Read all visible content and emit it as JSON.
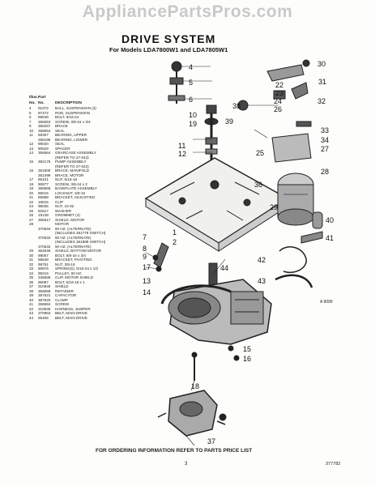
{
  "watermark": "AppliancePartsPros.com",
  "title": "DRIVE SYSTEM",
  "subtitle": "For Models LDA7800W1 and LDA7805W1",
  "table": {
    "header_illus": "Illus.",
    "header_no": "No.",
    "header_part": "Part",
    "header_part_no": "No.",
    "header_desc": "DESCRIPTION",
    "rows": [
      {
        "illus": "4",
        "part": "91072",
        "desc": "BALL, SUSPENSION (3)"
      },
      {
        "illus": "5",
        "part": "87272",
        "desc": "ROD, SUSPENSION"
      },
      {
        "illus": "6",
        "part": "98048",
        "desc": "BOLT, 5/16-24"
      },
      {
        "illus": "7",
        "part": "365653",
        "desc": "SCREW, 3/8-24 x 3/4"
      },
      {
        "illus": "8",
        "part": "355257",
        "desc": "BRACE"
      },
      {
        "illus": "10",
        "part": "358654",
        "desc": "SEAL"
      },
      {
        "illus": "11",
        "part": "58357",
        "desc": "BEARING, UPPER"
      },
      {
        "illus": "",
        "part": "356195",
        "desc": "BEARING, LOWER"
      },
      {
        "illus": "12",
        "part": "98020",
        "desc": "SEAL"
      },
      {
        "illus": "13",
        "part": "90629",
        "desc": "SPACER"
      },
      {
        "illus": "14",
        "part": "356664",
        "desc": "GEARCASE ASSEMBLY"
      },
      {
        "illus": "",
        "part": "",
        "desc": "(REFER TO 27-042)"
      },
      {
        "illus": "15",
        "part": "382176",
        "desc": "PUMP ASSEMBLY"
      },
      {
        "illus": "",
        "part": "",
        "desc": "(REFER TO 27-042)"
      },
      {
        "illus": "16",
        "part": "351500",
        "desc": "BRACE, MANIFOLD"
      },
      {
        "illus": "",
        "part": "351499",
        "desc": "BRACE, MOTOR"
      },
      {
        "illus": "17",
        "part": "96101",
        "desc": "NUT, 5/16-18"
      },
      {
        "illus": "18",
        "part": "90877",
        "desc": "SCREW, 3/8-24 x 2"
      },
      {
        "illus": "19",
        "part": "358666",
        "desc": "BASEPLATE ASSEMBLY"
      },
      {
        "illus": "20",
        "part": "96016",
        "desc": "LOCKNUT, 3/8-16"
      },
      {
        "illus": "21",
        "part": "85588",
        "desc": "BRACKET, ADJUSTING"
      },
      {
        "illus": "22",
        "part": "16515",
        "desc": "CLIP"
      },
      {
        "illus": "24",
        "part": "98035",
        "desc": "NUT, 10-32"
      },
      {
        "illus": "25",
        "part": "92517",
        "desc": "WASHER"
      },
      {
        "illus": "26",
        "part": "19138",
        "desc": "GROMMET (4)"
      },
      {
        "illus": "27",
        "part": "356617",
        "desc": "SHIELD, MOTOR"
      },
      {
        "illus": "28",
        "part": "",
        "desc": "MOTOR"
      },
      {
        "illus": "",
        "part": "370634",
        "desc": "60 HZ. (ALTERNATE)"
      },
      {
        "illus": "",
        "part": "",
        "desc": "(INCLUDES 361778 SWITCH)"
      },
      {
        "illus": "",
        "part": "370633",
        "desc": "60 HZ. (ALTERNATE)"
      },
      {
        "illus": "",
        "part": "",
        "desc": "(INCLUDES 361588 SWITCH)"
      },
      {
        "illus": "",
        "part": "370632",
        "desc": "60 HZ. (ALTERNATE)"
      },
      {
        "illus": "29",
        "part": "354646",
        "desc": "SHIELD, BOTTOM MOTOR"
      },
      {
        "illus": "30",
        "part": "98057",
        "desc": "BOLT, 5/8-16 x 3/4"
      },
      {
        "illus": "31",
        "part": "98549",
        "desc": "BRACKET, PIVOTING"
      },
      {
        "illus": "32",
        "part": "98751",
        "desc": "NUT, 3/8-16"
      },
      {
        "illus": "33",
        "part": "90876",
        "desc": "SPRING(S), 5/16-24 x 1/2"
      },
      {
        "illus": "34",
        "part": "98216",
        "desc": "PULLEY, 60 HZ."
      },
      {
        "illus": "35",
        "part": "336586",
        "desc": "CLIP, MOTOR SHIELD"
      },
      {
        "illus": "36",
        "part": "96087",
        "desc": "BOLT, 5/16-18 x 1"
      },
      {
        "illus": "37",
        "part": "310945",
        "desc": "SHIELD"
      },
      {
        "illus": "38",
        "part": "356699",
        "desc": "RETAINER"
      },
      {
        "illus": "39",
        "part": "387621",
        "desc": "CAPACITOR"
      },
      {
        "illus": "40",
        "part": "387620",
        "desc": "CLAMP"
      },
      {
        "illus": "41",
        "part": "356694",
        "desc": "SCREW"
      },
      {
        "illus": "42",
        "part": "310545",
        "desc": "HARNESS, JUMPER"
      },
      {
        "illus": "43",
        "part": "370963",
        "desc": "BELT, MAIN DRIVE"
      },
      {
        "illus": "44",
        "part": "55406",
        "desc": "BELT, MAIN DRIVE"
      }
    ]
  },
  "callouts": [
    "30",
    "4",
    "5",
    "6",
    "22",
    "23",
    "24",
    "26",
    "31",
    "32",
    "38",
    "10",
    "19",
    "39",
    "33",
    "34",
    "11",
    "12",
    "25",
    "27",
    "28",
    "36",
    "29",
    "40",
    "41",
    "7",
    "8",
    "9",
    "17",
    "42",
    "13",
    "14",
    "1",
    "2",
    "44",
    "43",
    "15",
    "16",
    "18",
    "37"
  ],
  "ref_code": "A 9099",
  "footer": "FOR ORDERING INFORMATION REFER TO PARTS PRICE LIST",
  "page_number": "3",
  "doc_code": "377782"
}
